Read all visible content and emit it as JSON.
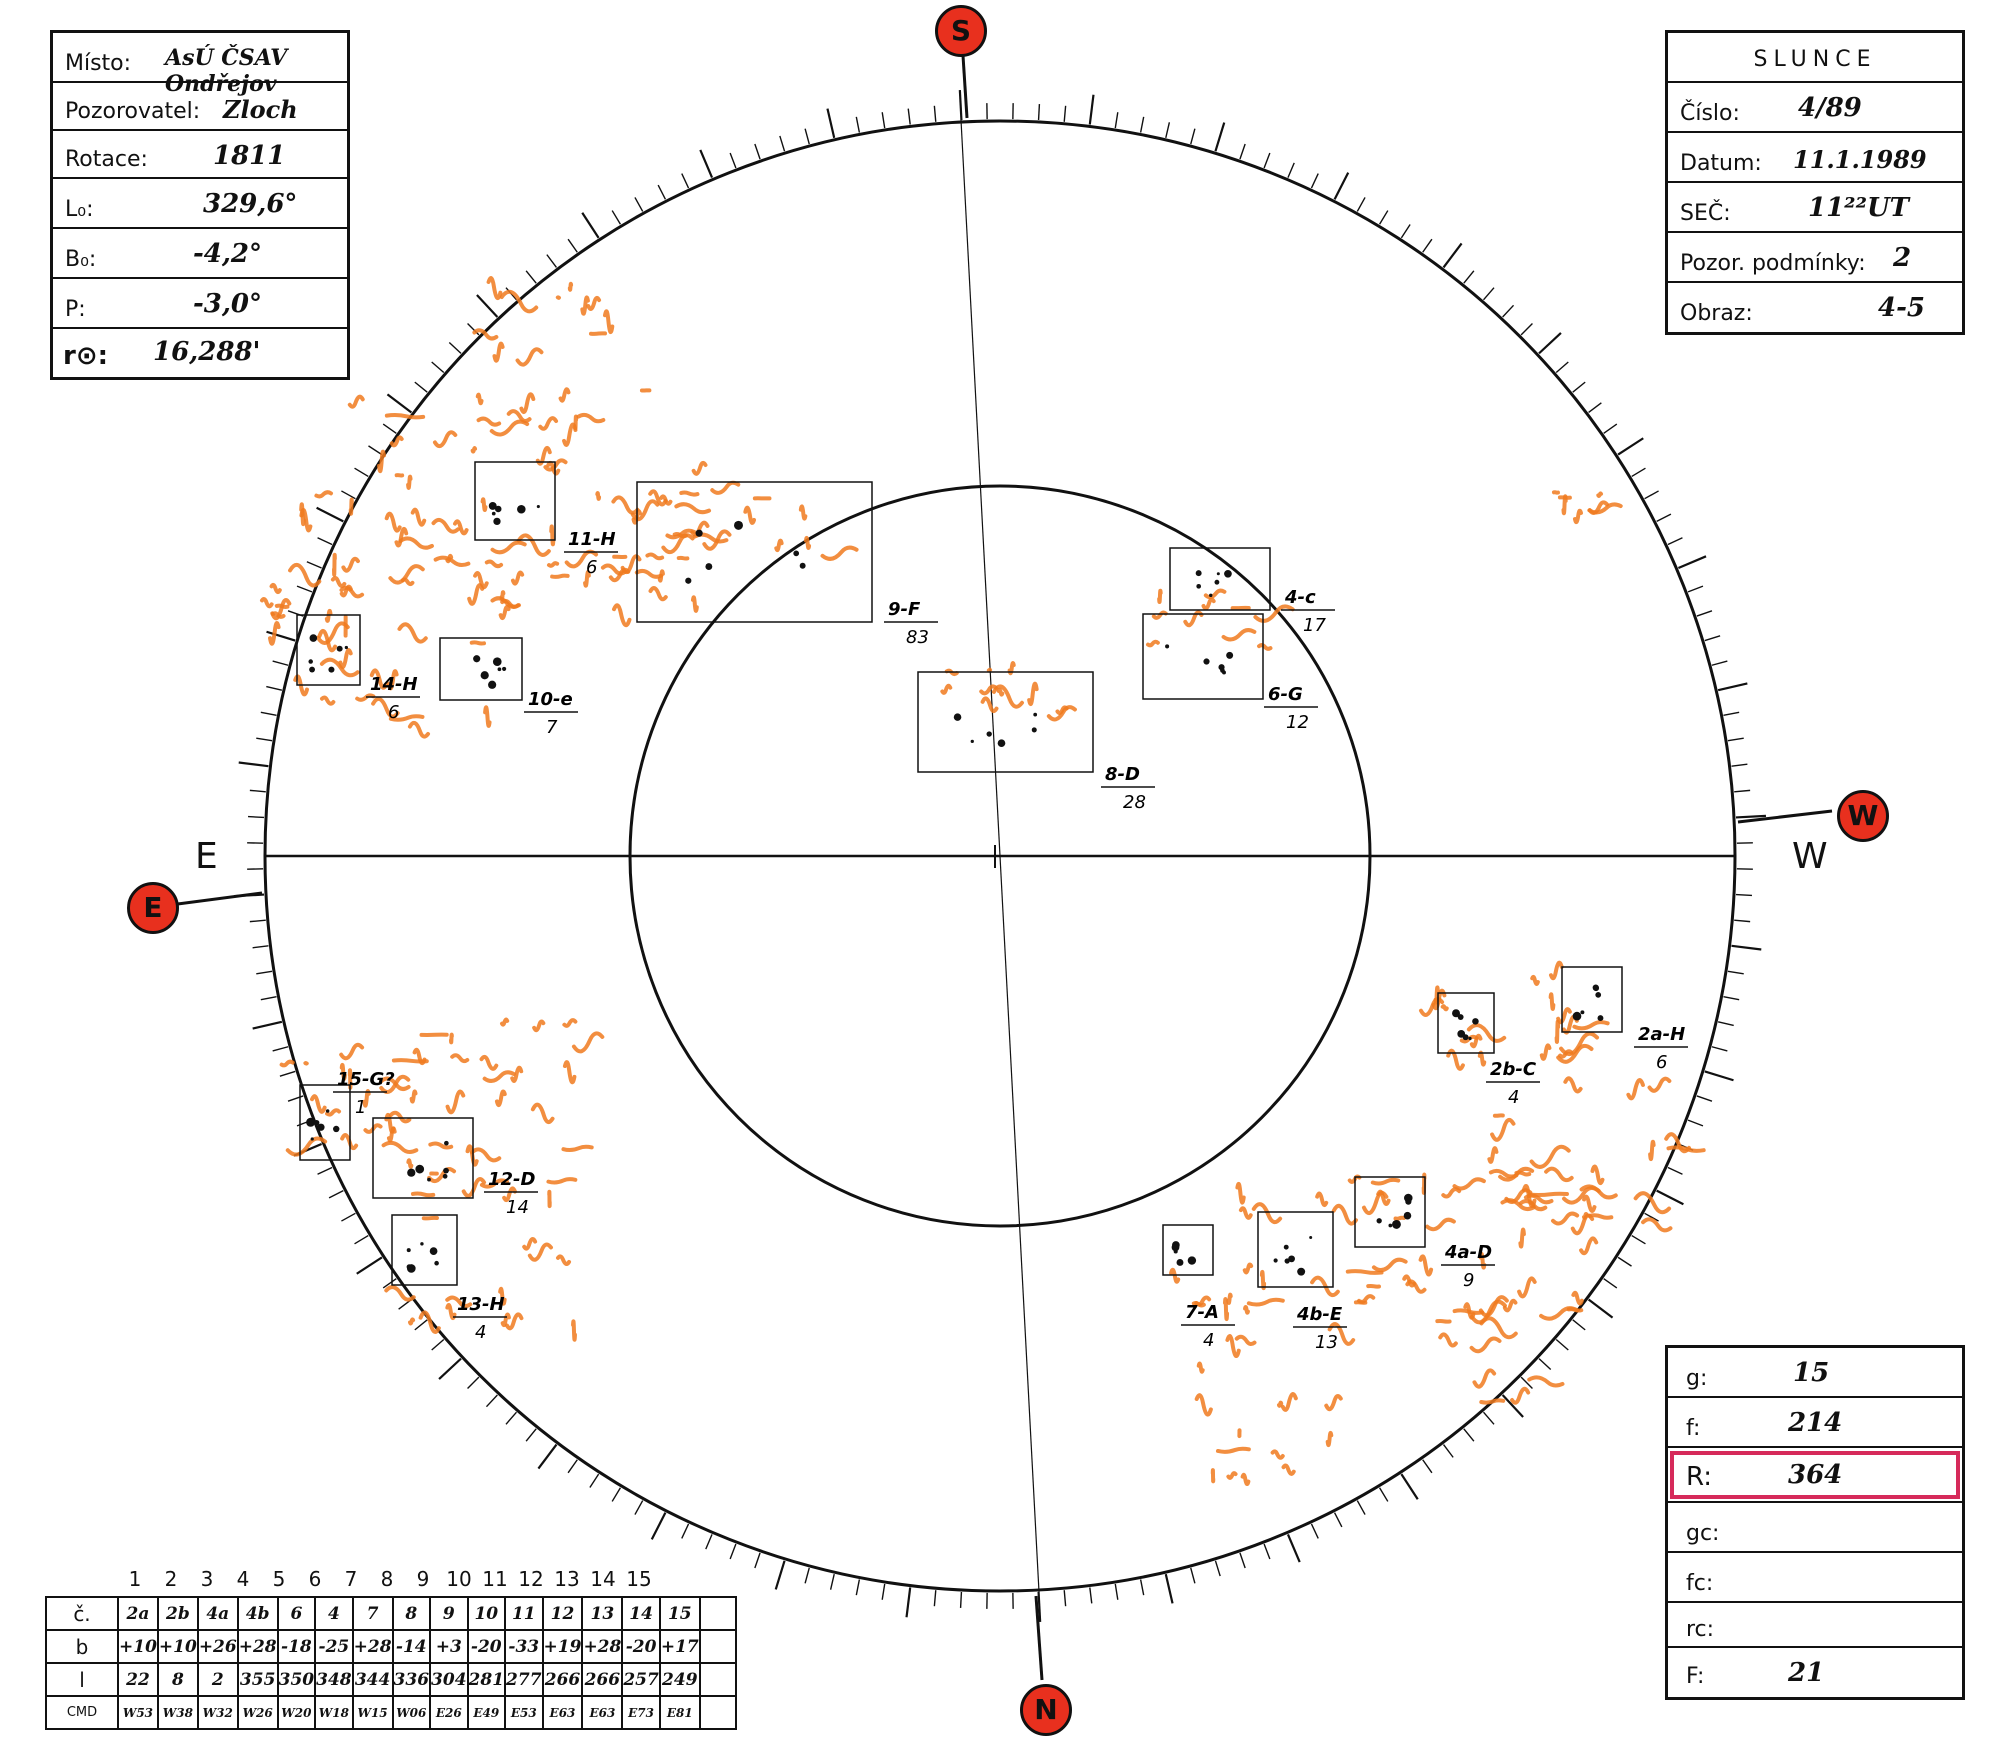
{
  "info_box": {
    "misto_label": "Místo:",
    "misto_value": "AsÚ ČSAV Ondřejov",
    "pozorovatel_label": "Pozorovatel:",
    "pozorovatel_value": "Zloch",
    "rotace_label": "Rotace:",
    "rotace_value": "1811",
    "l0_label": "L₀:",
    "l0_value": "329,6°",
    "b0_label": "B₀:",
    "b0_value": "-4,2°",
    "p_label": "P:",
    "p_value": "-3,0°",
    "r_label": "r⊙:",
    "r_value": "16,288'"
  },
  "slunce_box": {
    "title": "SLUNCE",
    "cislo_label": "Číslo:",
    "cislo_value": "4/89",
    "datum_label": "Datum:",
    "datum_value": "11.1.1989",
    "sec_label": "SEČ:",
    "sec_value": "11²²UT",
    "pozor_label": "Pozor. podmínky:",
    "pozor_value": "2",
    "obraz_label": "Obraz:",
    "obraz_value": "4-5"
  },
  "counts_box": {
    "g_label": "g:",
    "g_value": "15",
    "f_label": "f:",
    "f_value": "214",
    "R_label": "R:",
    "R_value": "364",
    "gc_label": "gc:",
    "gc_value": "",
    "fc_label": "fc:",
    "fc_value": "",
    "rc_label": "rc:",
    "rc_value": "",
    "F_label": "F:",
    "F_value": "21"
  },
  "compass": {
    "S": "S",
    "N": "N",
    "E": "E",
    "W": "W",
    "E_axis": "E",
    "W_axis": "W"
  },
  "groups": [
    {
      "id": "11-H",
      "count": "6"
    },
    {
      "id": "9-F",
      "count": "83"
    },
    {
      "id": "4-c",
      "count": "17"
    },
    {
      "id": "14-H",
      "count": "6"
    },
    {
      "id": "10-e",
      "count": "7"
    },
    {
      "id": "6-G",
      "count": "12"
    },
    {
      "id": "8-D",
      "count": "28"
    },
    {
      "id": "2a-H",
      "count": "6"
    },
    {
      "id": "2b-C",
      "count": "4"
    },
    {
      "id": "15-G?",
      "count": "1"
    },
    {
      "id": "12-D",
      "count": "14"
    },
    {
      "id": "13-H",
      "count": "4"
    },
    {
      "id": "4a-D",
      "count": "9"
    },
    {
      "id": "4b-E",
      "count": "13"
    },
    {
      "id": "7-A",
      "count": "4"
    }
  ],
  "table": {
    "col_numbers": [
      "1",
      "2",
      "3",
      "4",
      "5",
      "6",
      "7",
      "8",
      "9",
      "10",
      "11",
      "12",
      "13",
      "14",
      "15"
    ],
    "rows": [
      {
        "label": "č.",
        "cells": [
          "2a",
          "2b",
          "4a",
          "4b",
          "6",
          "4",
          "7",
          "8",
          "9",
          "10",
          "11",
          "12",
          "13",
          "14",
          "15",
          ""
        ]
      },
      {
        "label": "b",
        "cells": [
          "+10",
          "+10",
          "+26",
          "+28",
          "-18",
          "-25",
          "+28",
          "-14",
          "+3",
          "-20",
          "-33",
          "+19",
          "+28",
          "-20",
          "+17",
          ""
        ]
      },
      {
        "label": "l",
        "cells": [
          "22",
          "8",
          "2",
          "355",
          "350",
          "348",
          "344",
          "336",
          "304",
          "281",
          "277",
          "266",
          "266",
          "257",
          "249",
          ""
        ]
      },
      {
        "label": "CMD",
        "cells": [
          "W53",
          "W38",
          "W32",
          "W26",
          "W20",
          "W18",
          "W15",
          "W06",
          "E26",
          "E49",
          "E53",
          "E63",
          "E63",
          "E73",
          "E81",
          ""
        ]
      }
    ]
  },
  "colors": {
    "ink": "#111111",
    "plage": "#f07a1e",
    "marker": "#e8301e",
    "highlight": "#d62a5a"
  }
}
